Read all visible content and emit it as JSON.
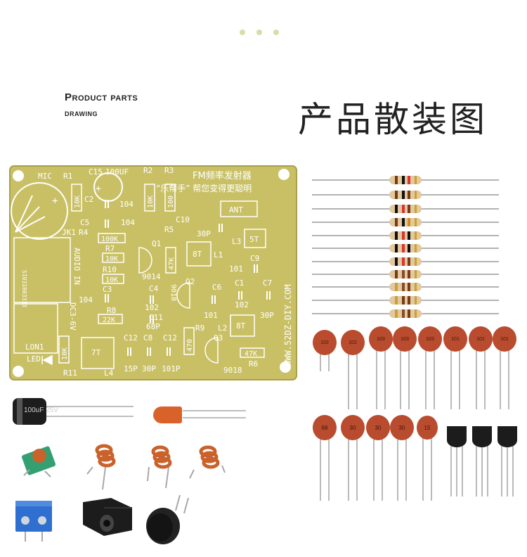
{
  "header": {
    "en_line1": "Product parts",
    "en_line2": "drawing",
    "cn_title": "产品散装图"
  },
  "pcb": {
    "title": "FM频率发射器",
    "slogan": "“乐帮手” 帮您变得更聪明",
    "website": "WWW.52DZ-DIY.COM",
    "labels": {
      "mic": "MIC",
      "r1": "R1",
      "c15": "C15",
      "c15v": "100UF",
      "r2": "R2",
      "r3": "R3",
      "c2": "C2",
      "r1v": "10K",
      "r2v": "10K",
      "r3v": "100",
      "c2v": "104",
      "c5": "C5",
      "c5v": "104",
      "r4": "R4",
      "r4v": "100K",
      "r7": "R7",
      "r7v": "10K",
      "r10": "R10",
      "r10v": "10K",
      "c3": "C3",
      "c3v": "104",
      "r8": "R8",
      "r8v": "22K",
      "jk1": "JK1",
      "audio": "AUDIO IN",
      "dc": "DC3-6V",
      "serial": "SI031803333",
      "lon1": "LON1",
      "led": "LED",
      "r11": "R11",
      "r11v": "10K",
      "ant": "ANT",
      "c10": "C10",
      "c10v": "30P",
      "l3": "L3",
      "l3v": "5T",
      "r5": "R5",
      "q1": "Q1",
      "q1v": "9014",
      "r5v": "47K",
      "l1": "L1",
      "l1v": "8T",
      "c9": "C9",
      "c9v": "101",
      "c4": "C4",
      "c4v": "102",
      "q2": "Q2",
      "q2v": "9018",
      "c6": "C6",
      "c6v": "101",
      "c1": "C1",
      "c1v": "102",
      "c7": "C7",
      "c7v": "30P",
      "c11": "C11",
      "c11v": "68P",
      "r9": "R9",
      "r9v": "470",
      "l2": "L2",
      "l2v": "8T",
      "c12a": "C12",
      "c8": "C8",
      "c12b": "C12",
      "c12av": "15P",
      "c8v": "30P",
      "c12bv": "101P",
      "l4": "L4",
      "l4v": "7T",
      "q3": "Q3",
      "q3v": "9018",
      "r6": "R6",
      "r6v": "47K"
    }
  },
  "parts": {
    "capacitors_row1": [
      "102",
      "102",
      "103",
      "103",
      "103",
      "101",
      "101",
      "101"
    ],
    "capacitors_row2": [
      "68",
      "30",
      "30",
      "30",
      "15"
    ],
    "electrolytic_label": "100uF 25V"
  },
  "colors": {
    "pcb": "#c9c066",
    "pcb_dark": "#a9a04d",
    "capacitor": "#b94b2e",
    "resistor_body": "#e2c9a0",
    "led": "#d9622b",
    "terminal": "#2f6fcf",
    "inductor": "#c9622b"
  }
}
